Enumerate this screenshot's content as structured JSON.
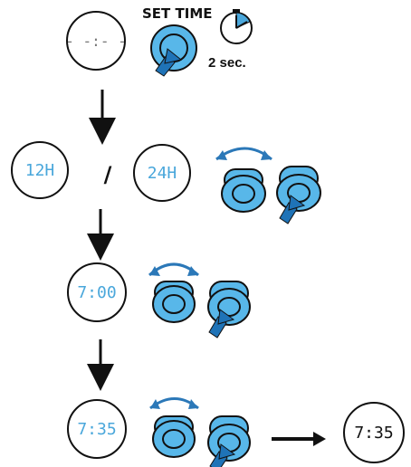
{
  "colors": {
    "knob_fill": "#58b7e9",
    "knob_stroke": "#1a1a1a",
    "lcd_digits": "#4aa7db",
    "arrow_blue": "#1f73b7",
    "line": "#111111"
  },
  "step1": {
    "display_text": "- -:- -",
    "button_label": "SET TIME",
    "duration_label": "2 sec."
  },
  "step2": {
    "left_display": "12H",
    "separator": "/",
    "right_display": "24H"
  },
  "step3": {
    "display_text": "7:00"
  },
  "step4": {
    "display_text": "7:35",
    "result_display": "7:35"
  },
  "icons": {
    "timer": "stopwatch-icon",
    "press": "press-arrow-icon",
    "rotate": "rotate-arrow-icon",
    "flow": "down-arrow-icon",
    "result": "right-arrow-icon"
  }
}
